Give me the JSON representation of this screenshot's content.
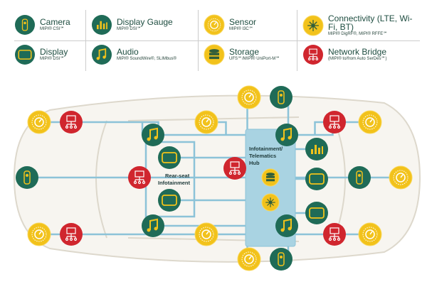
{
  "legend": [
    {
      "title": "Camera",
      "sub": "MIPI® CSI℠",
      "type": "camera"
    },
    {
      "title": "Display Gauge",
      "sub": "MIPI® DSI℠",
      "type": "gauge"
    },
    {
      "title": "Sensor",
      "sub": "MIPI® I3C℠",
      "type": "sensor"
    },
    {
      "title": "Connectivity (LTE, Wi-Fi, BT)",
      "sub": "MIPI® DigRF®, MIPI® RFFE℠",
      "type": "connectivity"
    },
    {
      "title": "Display",
      "sub": "MIPI® DSI℠",
      "type": "display"
    },
    {
      "title": "Audio",
      "sub": "MIPI® SoundWire®, SLIMbus®",
      "type": "audio"
    },
    {
      "title": "Storage",
      "sub": "UFS℠/MIPI® UniPort-M℠",
      "type": "storage"
    },
    {
      "title": "Network Bridge",
      "sub": "(MIPI® to/from Auto SerDes℠)",
      "type": "bridge"
    }
  ],
  "diagram": {
    "hub_label": [
      "Infotainment/",
      "Telematics",
      "Hub"
    ],
    "rear_label": [
      "Rear-seat",
      "Infotainment"
    ]
  },
  "colors": {
    "teal": "#1f6b57",
    "yellow": "#f2c21b",
    "red": "#d0262e",
    "line": "#8cc3d8",
    "hub": "#a9d3e2"
  }
}
